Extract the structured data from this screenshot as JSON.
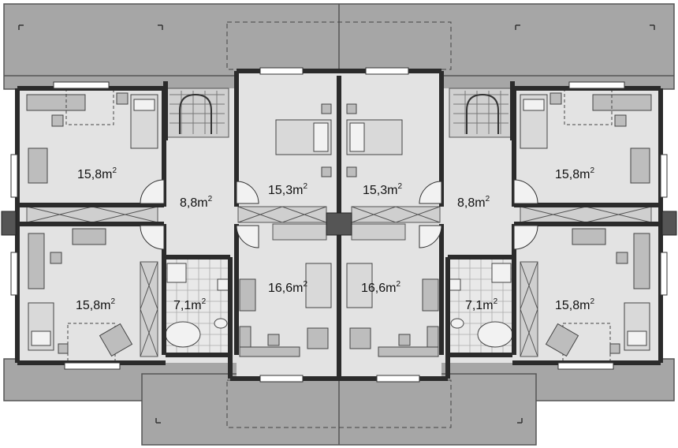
{
  "plan": {
    "rooms": [
      {
        "id": "room-left-upper-bedroom",
        "area": "15,8m"
      },
      {
        "id": "room-left-hall",
        "area": "8,8m"
      },
      {
        "id": "room-left-upper-mid",
        "area": "15,3m"
      },
      {
        "id": "room-right-upper-mid",
        "area": "15,3m"
      },
      {
        "id": "room-right-hall",
        "area": "8,8m"
      },
      {
        "id": "room-right-upper-bedroom",
        "area": "15,8m"
      },
      {
        "id": "room-left-lower-bedroom",
        "area": "15,8m"
      },
      {
        "id": "room-left-bath",
        "area": "7,1m"
      },
      {
        "id": "room-left-lower-mid",
        "area": "16,6m"
      },
      {
        "id": "room-right-lower-mid",
        "area": "16,6m"
      },
      {
        "id": "room-right-bath",
        "area": "7,1m"
      },
      {
        "id": "room-right-lower-bedroom",
        "area": "15,8m"
      }
    ],
    "area_superscript": "2",
    "colors": {
      "roof": "#a6a6a6",
      "floor": "#e3e3e3",
      "wall": "#2b2b2b",
      "furniture": "#bdbdbd",
      "tile": "#c9c9c9"
    }
  }
}
